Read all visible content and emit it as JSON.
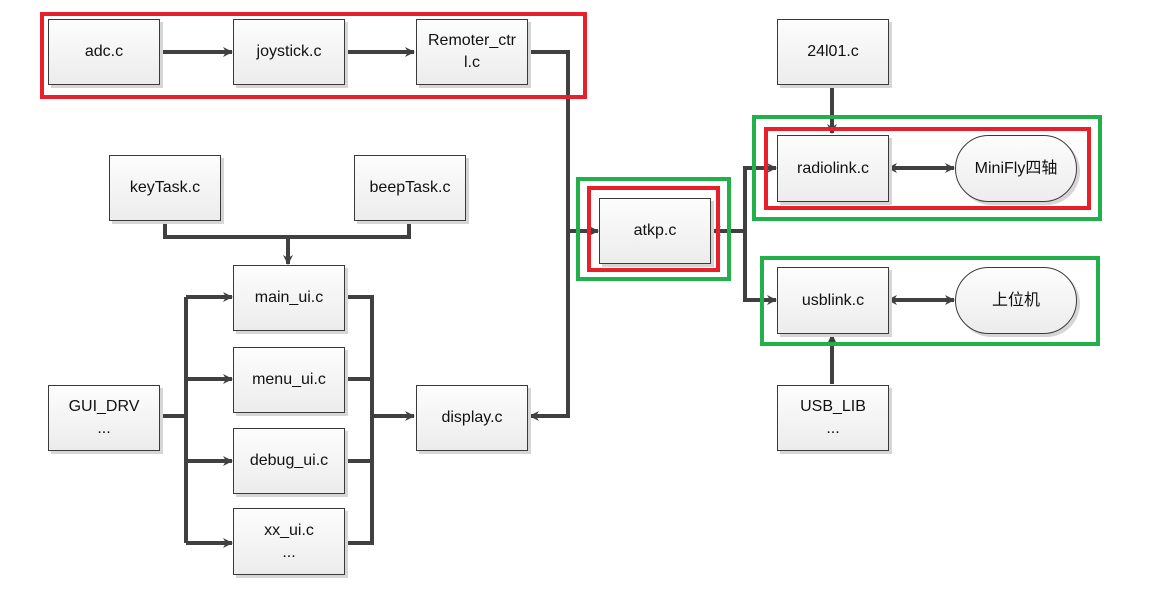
{
  "nodes": {
    "adc": {
      "label": "adc.c"
    },
    "joystick": {
      "label": "joystick.c"
    },
    "remoter": {
      "line1": "Remoter_ctr",
      "line2": "l.c"
    },
    "keytask": {
      "label": "keyTask.c"
    },
    "beeptask": {
      "label": "beepTask.c"
    },
    "main_ui": {
      "label": "main_ui.c"
    },
    "menu_ui": {
      "label": "menu_ui.c"
    },
    "debug_ui": {
      "label": "debug_ui.c"
    },
    "xx_ui": {
      "line1": "xx_ui.c",
      "line2": "..."
    },
    "gui_drv": {
      "line1": "GUI_DRV",
      "line2": "..."
    },
    "display": {
      "label": "display.c"
    },
    "atkp": {
      "label": "atkp.c"
    },
    "nrf24l01": {
      "label": "24l01.c"
    },
    "radiolink": {
      "label": "radiolink.c"
    },
    "minifly": {
      "label": "MiniFly四轴"
    },
    "usblink": {
      "label": "usblink.c"
    },
    "host_pc": {
      "label": "上位机"
    },
    "usb_lib": {
      "line1": "USB_LIB",
      "line2": "..."
    }
  },
  "colors": {
    "highlight_red": "#e8202a",
    "highlight_green": "#22b04b",
    "connector": "#404040"
  }
}
